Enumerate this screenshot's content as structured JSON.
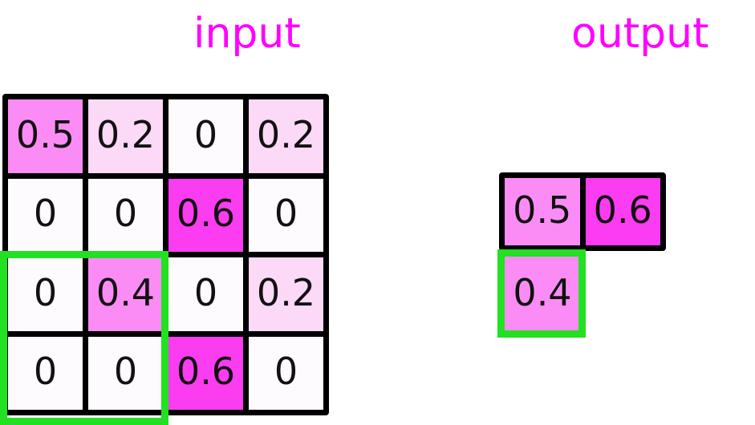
{
  "figure": {
    "kind": "max-pooling-illustration",
    "background": "#ffffff"
  },
  "titles": {
    "input": "input",
    "output": "output",
    "color": "#ff00ff"
  },
  "palette": {
    "zero": "#fdfbfd",
    "v02": "#fbd9f7",
    "v04": "#fb8cf5",
    "v05": "#fb8cf5",
    "v06": "#fb3cf0",
    "grid_line": "#000000",
    "highlight": "#22e022",
    "text": "#111111"
  },
  "chart_data": {
    "type": "heatmap",
    "title": "",
    "input": {
      "label": "input",
      "rows": 4,
      "cols": 4,
      "values": [
        [
          "0.5",
          "0.2",
          "0",
          "0.2"
        ],
        [
          "0",
          "0",
          "0.6",
          "0"
        ],
        [
          "0",
          "0.4",
          "0",
          "0.2"
        ],
        [
          "0",
          "0",
          "0.6",
          "0"
        ]
      ],
      "numeric": [
        [
          0.5,
          0.2,
          0,
          0.2
        ],
        [
          0,
          0,
          0.6,
          0
        ],
        [
          0,
          0.4,
          0,
          0.2
        ],
        [
          0,
          0,
          0.6,
          0
        ]
      ],
      "colors": [
        [
          "#fb8cf5",
          "#fbd9f7",
          "#fdfbfd",
          "#fbd9f7"
        ],
        [
          "#fdfbfd",
          "#fdfbfd",
          "#fb3cf0",
          "#fdfbfd"
        ],
        [
          "#fdfbfd",
          "#fb8cf5",
          "#fdfbfd",
          "#fbd9f7"
        ],
        [
          "#fdfbfd",
          "#fdfbfd",
          "#fb3cf0",
          "#fdfbfd"
        ]
      ],
      "highlight_region": {
        "row_start": 3,
        "row_end": 4,
        "col_start": 1,
        "col_end": 2,
        "color": "#22e022"
      }
    },
    "output": {
      "label": "output",
      "rows": 2,
      "cols": 2,
      "values": [
        [
          "0.5",
          "0.6"
        ],
        [
          "0.4",
          ""
        ]
      ],
      "numeric": [
        [
          0.5,
          0.6
        ],
        [
          0.4,
          null
        ]
      ],
      "colors": [
        [
          "#fb8cf5",
          "#fb3cf0"
        ],
        [
          "#fb8cf5",
          null
        ]
      ],
      "highlight_cell": {
        "row": 2,
        "col": 1,
        "color": "#22e022"
      }
    },
    "legend": [],
    "xlabel": "",
    "ylabel": "",
    "grid": true
  }
}
